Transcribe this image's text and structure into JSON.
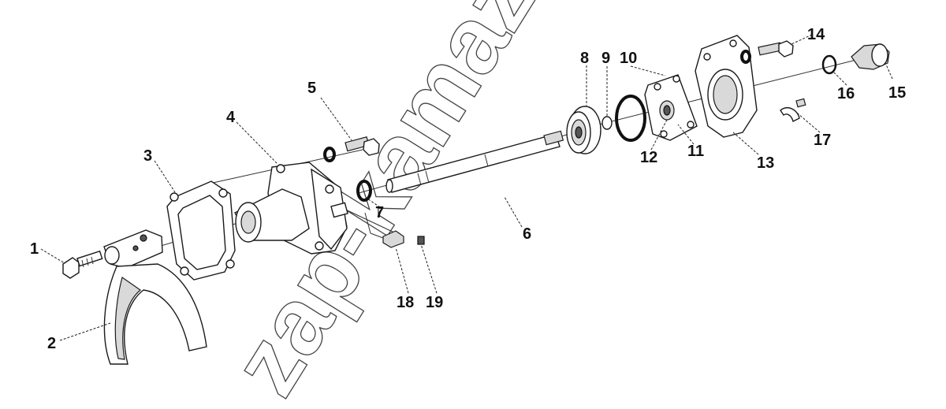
{
  "callouts": {
    "c1": "1",
    "c2": "2",
    "c3": "3",
    "c4": "4",
    "c5": "5",
    "c6": "6",
    "c7": "7",
    "c8": "8",
    "c9": "9",
    "c10": "10",
    "c11": "11",
    "c12": "12",
    "c13": "13",
    "c14": "14",
    "c15": "15",
    "c16": "16",
    "c17": "17",
    "c18": "18",
    "c19": "19"
  },
  "watermark": {
    "text": "zap-kamaz.ru"
  },
  "colors": {
    "ink": "#1a1a1a",
    "part_fill": "#ffffff",
    "shade": "#d9d9d9",
    "dark": "#555555"
  }
}
